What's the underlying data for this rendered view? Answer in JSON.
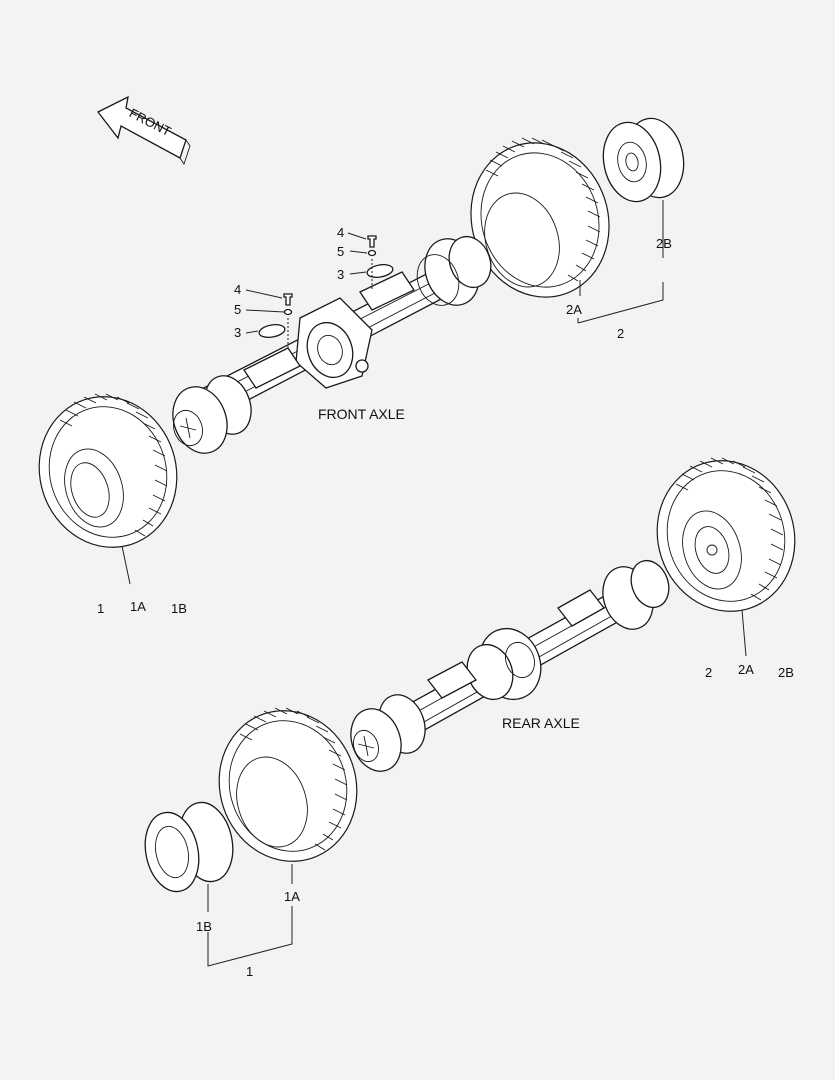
{
  "direction_arrow": {
    "label": "FRONT"
  },
  "front_axle": {
    "title": "FRONT AXLE",
    "callouts": {
      "upper_bolt": "4",
      "upper_washer": "5",
      "upper_cover": "3",
      "lower_bolt": "4",
      "lower_washer": "5",
      "lower_cover": "3"
    }
  },
  "rear_axle": {
    "title": "REAR AXLE"
  },
  "wheel_assemblies": {
    "front_right": {
      "assembly": "2",
      "tire": "2A",
      "rim": "2B"
    },
    "front_left": {
      "assembly": "1",
      "tire": "1A",
      "rim": "1B"
    },
    "rear_right": {
      "assembly": "2",
      "tire": "2A",
      "rim": "2B"
    },
    "rear_left": {
      "assembly": "1",
      "tire": "1A",
      "rim": "1B"
    }
  }
}
